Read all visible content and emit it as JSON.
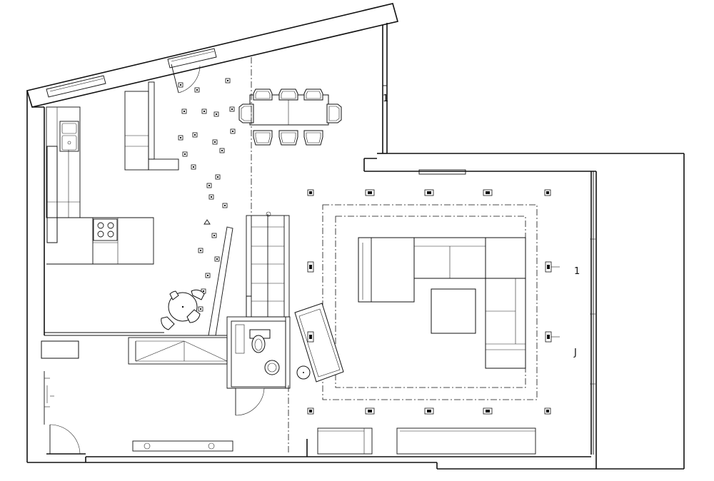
{
  "plan": {
    "elevation_labels": [
      "1",
      "1",
      "J"
    ]
  }
}
